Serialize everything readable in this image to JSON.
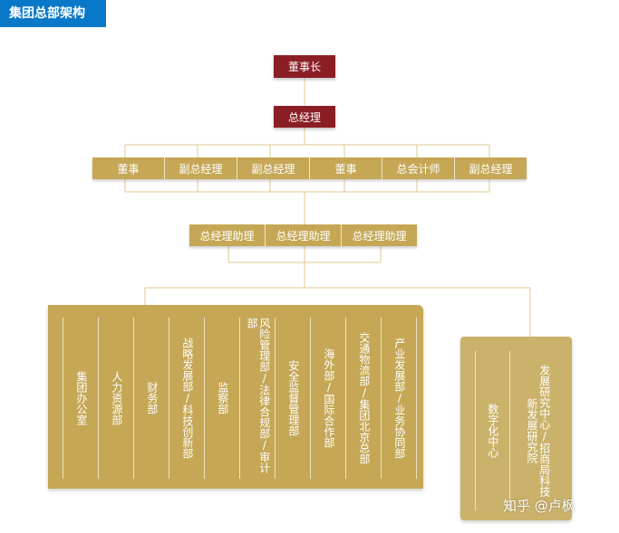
{
  "header": {
    "title": "集团总部架构"
  },
  "chairman": "董事长",
  "ceo": "总经理",
  "executives": [
    "董事",
    "副总经理",
    "副总经理",
    "董事",
    "总会计师",
    "副总经理"
  ],
  "assistants": [
    "总经理助理",
    "总经理助理",
    "总经理助理"
  ],
  "departments": [
    "集团办公室",
    "人力资源部",
    "财务部",
    "战略发展部/科技创新部",
    "监察部",
    "风险管理部/法律合规部/审计部",
    "安全监督管理部",
    "海外部/国际合作部",
    "交通物流部/集团北京总部",
    "产业发展部/业务协同部"
  ],
  "centers": [
    "数字化中心",
    "发展研究中心/招商局科技",
    "新发展研究院"
  ],
  "watermark": "知乎 @卢枫",
  "colors": {
    "accent_blue": "#0a78c8",
    "dark_red": "#8b1d24",
    "gold": "#c5a755",
    "line": "#e0c98e"
  }
}
